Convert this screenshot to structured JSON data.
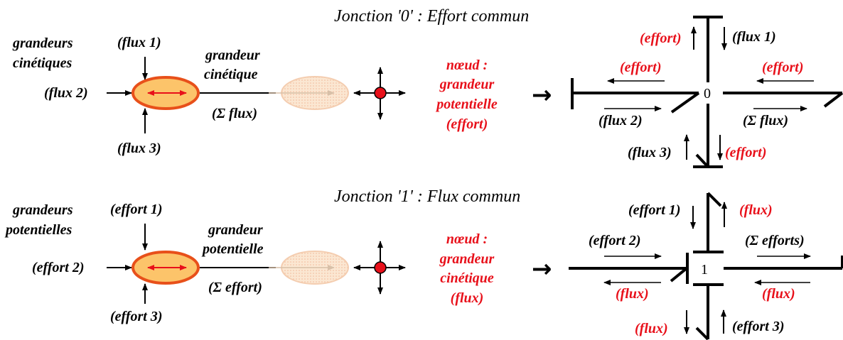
{
  "colors": {
    "red": "#e8101a",
    "ellipse_fill": "#fcc46a",
    "ellipse_stroke": "#e8501a",
    "ghost": "#f6d7b4",
    "node": "#e8101a"
  },
  "top": {
    "title": "Jonction '0' : Effort commun",
    "inputs_label_1": "grandeurs",
    "inputs_label_2": "cinétiques",
    "in1": "(flux 1)",
    "in2": "(flux 2)",
    "in3": "(flux 3)",
    "out_1": "grandeur",
    "out_2": "cinétique",
    "sum": "(Σ flux)",
    "node_1": "nœud :",
    "node_2": "grandeur",
    "node_3": "potentielle",
    "node_4": "(effort)",
    "arrow": "→",
    "junction": "0",
    "bg_effort_up": "(effort)",
    "bg_flux1": "(flux 1)",
    "bg_effort_left": "(effort)",
    "bg_effort_right": "(effort)",
    "bg_flux2": "(flux 2)",
    "bg_sumflux": "(Σ flux)",
    "bg_flux3": "(flux 3)",
    "bg_effort_down": "(effort)"
  },
  "bottom": {
    "title": "Jonction '1' : Flux commun",
    "inputs_label_1": "grandeurs",
    "inputs_label_2": "potentielles",
    "in1": "(effort 1)",
    "in2": "(effort 2)",
    "in3": "(effort 3)",
    "out_1": "grandeur",
    "out_2": "potentielle",
    "sum": "(Σ effort)",
    "node_1": "nœud :",
    "node_2": "grandeur",
    "node_3": "cinétique",
    "node_4": "(flux)",
    "arrow": "→",
    "junction": "1",
    "bg_effort1": "(effort 1)",
    "bg_flux_up": "(flux)",
    "bg_effort2": "(effort 2)",
    "bg_sumefforts": "(Σ efforts)",
    "bg_flux_left": "(flux)",
    "bg_flux_right": "(flux)",
    "bg_flux_down": "(flux)",
    "bg_effort3": "(effort 3)"
  }
}
